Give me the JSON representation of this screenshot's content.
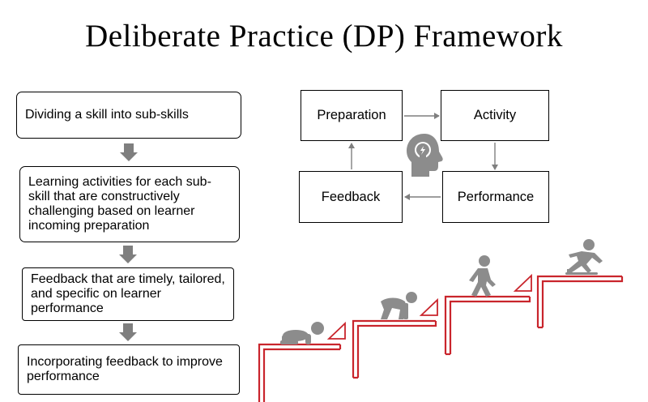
{
  "title": "Deliberate Practice (DP) Framework",
  "steps": [
    "Dividing a skill into sub-skills",
    "Learning activities for each sub-skill that are constructively challenging based on learner incoming preparation",
    "Feedback that are timely, tailored, and specific on learner performance",
    "Incorporating feedback to improve performance"
  ],
  "cycle": {
    "preparation": "Preparation",
    "activity": "Activity",
    "performance": "Performance",
    "feedback": "Feedback"
  },
  "icons": {
    "center": "brain-lightbulb-icon",
    "stages": [
      "crawling-baby-icon",
      "crouching-person-icon",
      "walking-person-icon",
      "skating-person-icon"
    ]
  },
  "colors": {
    "stair_red": "#c9252c",
    "arrow_gray": "#7f7f7f",
    "icon_gray": "#8c8c8c"
  }
}
